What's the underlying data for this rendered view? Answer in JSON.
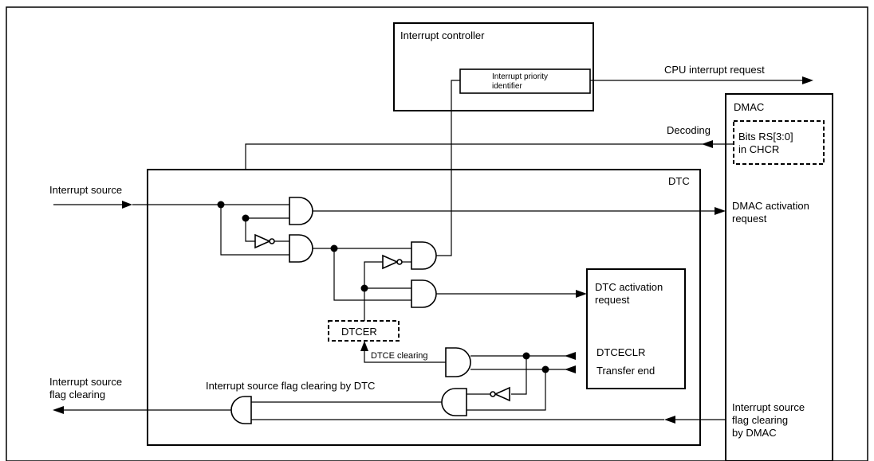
{
  "labels": {
    "interrupt_controller": "Interrupt controller",
    "priority_identifier_line1": "Interrupt priority",
    "priority_identifier_line2": "identifier",
    "cpu_interrupt_request": "CPU interrupt request",
    "dmac": "DMAC",
    "decoding": "Decoding",
    "bits_rs_line1": "Bits RS[3:0]",
    "bits_rs_line2": "in CHCR",
    "dtc": "DTC",
    "interrupt_source": "Interrupt source",
    "dmac_activation_line1": "DMAC activation",
    "dmac_activation_line2": "request",
    "dtc_activation_line1": "DTC activation",
    "dtc_activation_line2": "request",
    "dtcer": "DTCER",
    "dtce_clearing": "DTCE clearing",
    "dtceclr": "DTCECLR",
    "transfer_end": "Transfer end",
    "isf_clearing_line1": "Interrupt source",
    "isf_clearing_line2": "flag clearing",
    "isf_clearing_by_dtc": "Interrupt source flag clearing by DTC",
    "isf_clearing_by_dmac_line1": "Interrupt source",
    "isf_clearing_by_dmac_line2": "flag clearing",
    "isf_clearing_by_dmac_line3": "by DMAC"
  }
}
